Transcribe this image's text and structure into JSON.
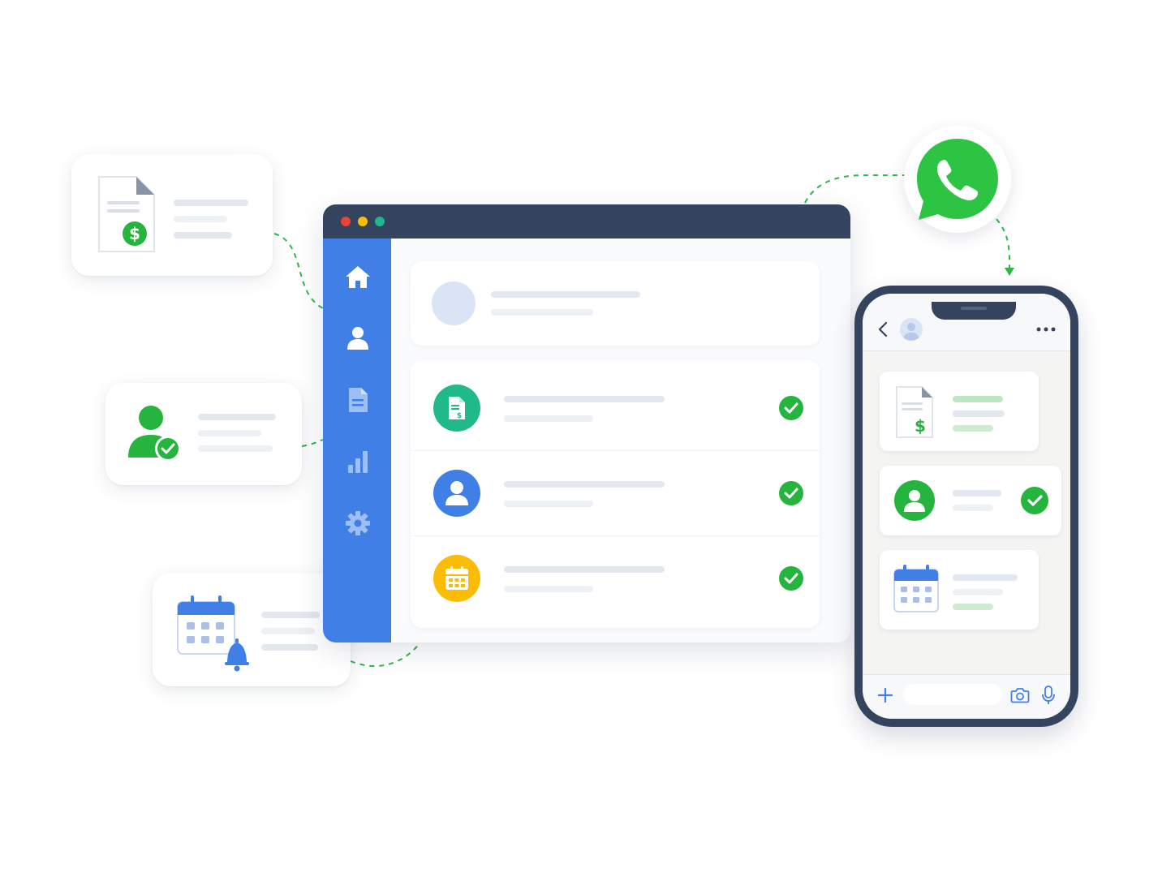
{
  "browser": {
    "window_controls": [
      "close",
      "minimize",
      "maximize"
    ],
    "sidebar_icons": [
      "home-icon",
      "user-icon",
      "document-icon",
      "chart-icon",
      "gear-icon"
    ],
    "rows": [
      {
        "icon": "invoice-icon",
        "status": "check-icon"
      },
      {
        "icon": "user-icon",
        "status": "check-icon"
      },
      {
        "icon": "calendar-icon",
        "status": "check-icon"
      }
    ]
  },
  "floating_cards": [
    "invoice-card",
    "contact-card",
    "reminder-card"
  ],
  "phone": {
    "header_icons": [
      "back-arrow-icon",
      "avatar-icon",
      "more-icon"
    ],
    "messages": [
      "invoice-message",
      "contact-message",
      "calendar-message"
    ],
    "footer_icons": [
      "plus-icon",
      "camera-icon",
      "microphone-icon"
    ]
  },
  "app_logo": "whatsapp-icon",
  "colors": {
    "navy": "#34445e",
    "blue": "#3f7fe6",
    "green": "#25b53e",
    "whatsapp_green": "#2dc443",
    "yellow": "#fbbc05",
    "red": "#ea4335"
  }
}
